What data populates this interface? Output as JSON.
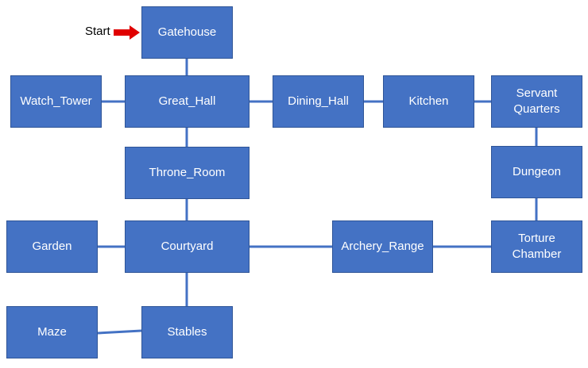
{
  "start": {
    "label": "Start"
  },
  "rooms": {
    "gatehouse": "Gatehouse",
    "watch_tower": "Watch_Tower",
    "great_hall": "Great_Hall",
    "dining_hall": "Dining_Hall",
    "kitchen": "Kitchen",
    "servant_quarters": "Servant\nQuarters",
    "dungeon": "Dungeon",
    "throne_room": "Throne_Room",
    "garden": "Garden",
    "courtyard": "Courtyard",
    "archery_range": "Archery_Range",
    "torture_chamber": "Torture\nChamber",
    "maze": "Maze",
    "stables": "Stables"
  },
  "colors": {
    "box_fill": "#4472c4",
    "box_border": "#2f5597",
    "connector": "#4472c4",
    "arrow": "#e00000"
  }
}
